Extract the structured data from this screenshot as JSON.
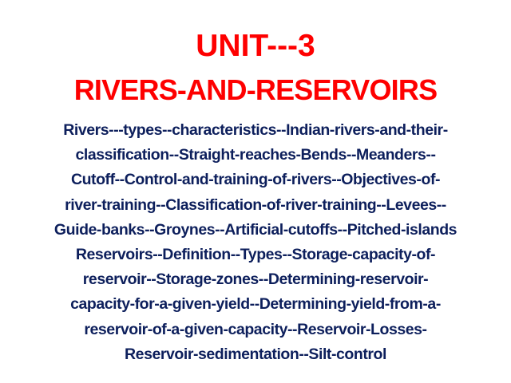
{
  "slide": {
    "title_lines": [
      "UNIT---3",
      "RIVERS-AND-RESERVOIRS"
    ],
    "body_lines": [
      "Rivers---types--characteristics--Indian-rivers-and-their-",
      "classification--Straight-reaches-Bends--Meanders--",
      "Cutoff--Control-and-training-of-rivers--Objectives-of-",
      "river-training--Classification-of-river-training--Levees--",
      "Guide-banks--Groynes--Artificial-cutoffs--Pitched-islands",
      "Reservoirs--Definition--Types--Storage-capacity-of-",
      "reservoir--Storage-zones--Determining-reservoir-",
      "capacity-for-a-given-yield--Determining-yield-from-a-",
      "reservoir-of-a-given-capacity--Reservoir-Losses-",
      "Reservoir-sedimentation--Silt-control"
    ],
    "colors": {
      "background": "#ffffff",
      "title": "#fe0000",
      "body": "#0d1f5c"
    }
  }
}
